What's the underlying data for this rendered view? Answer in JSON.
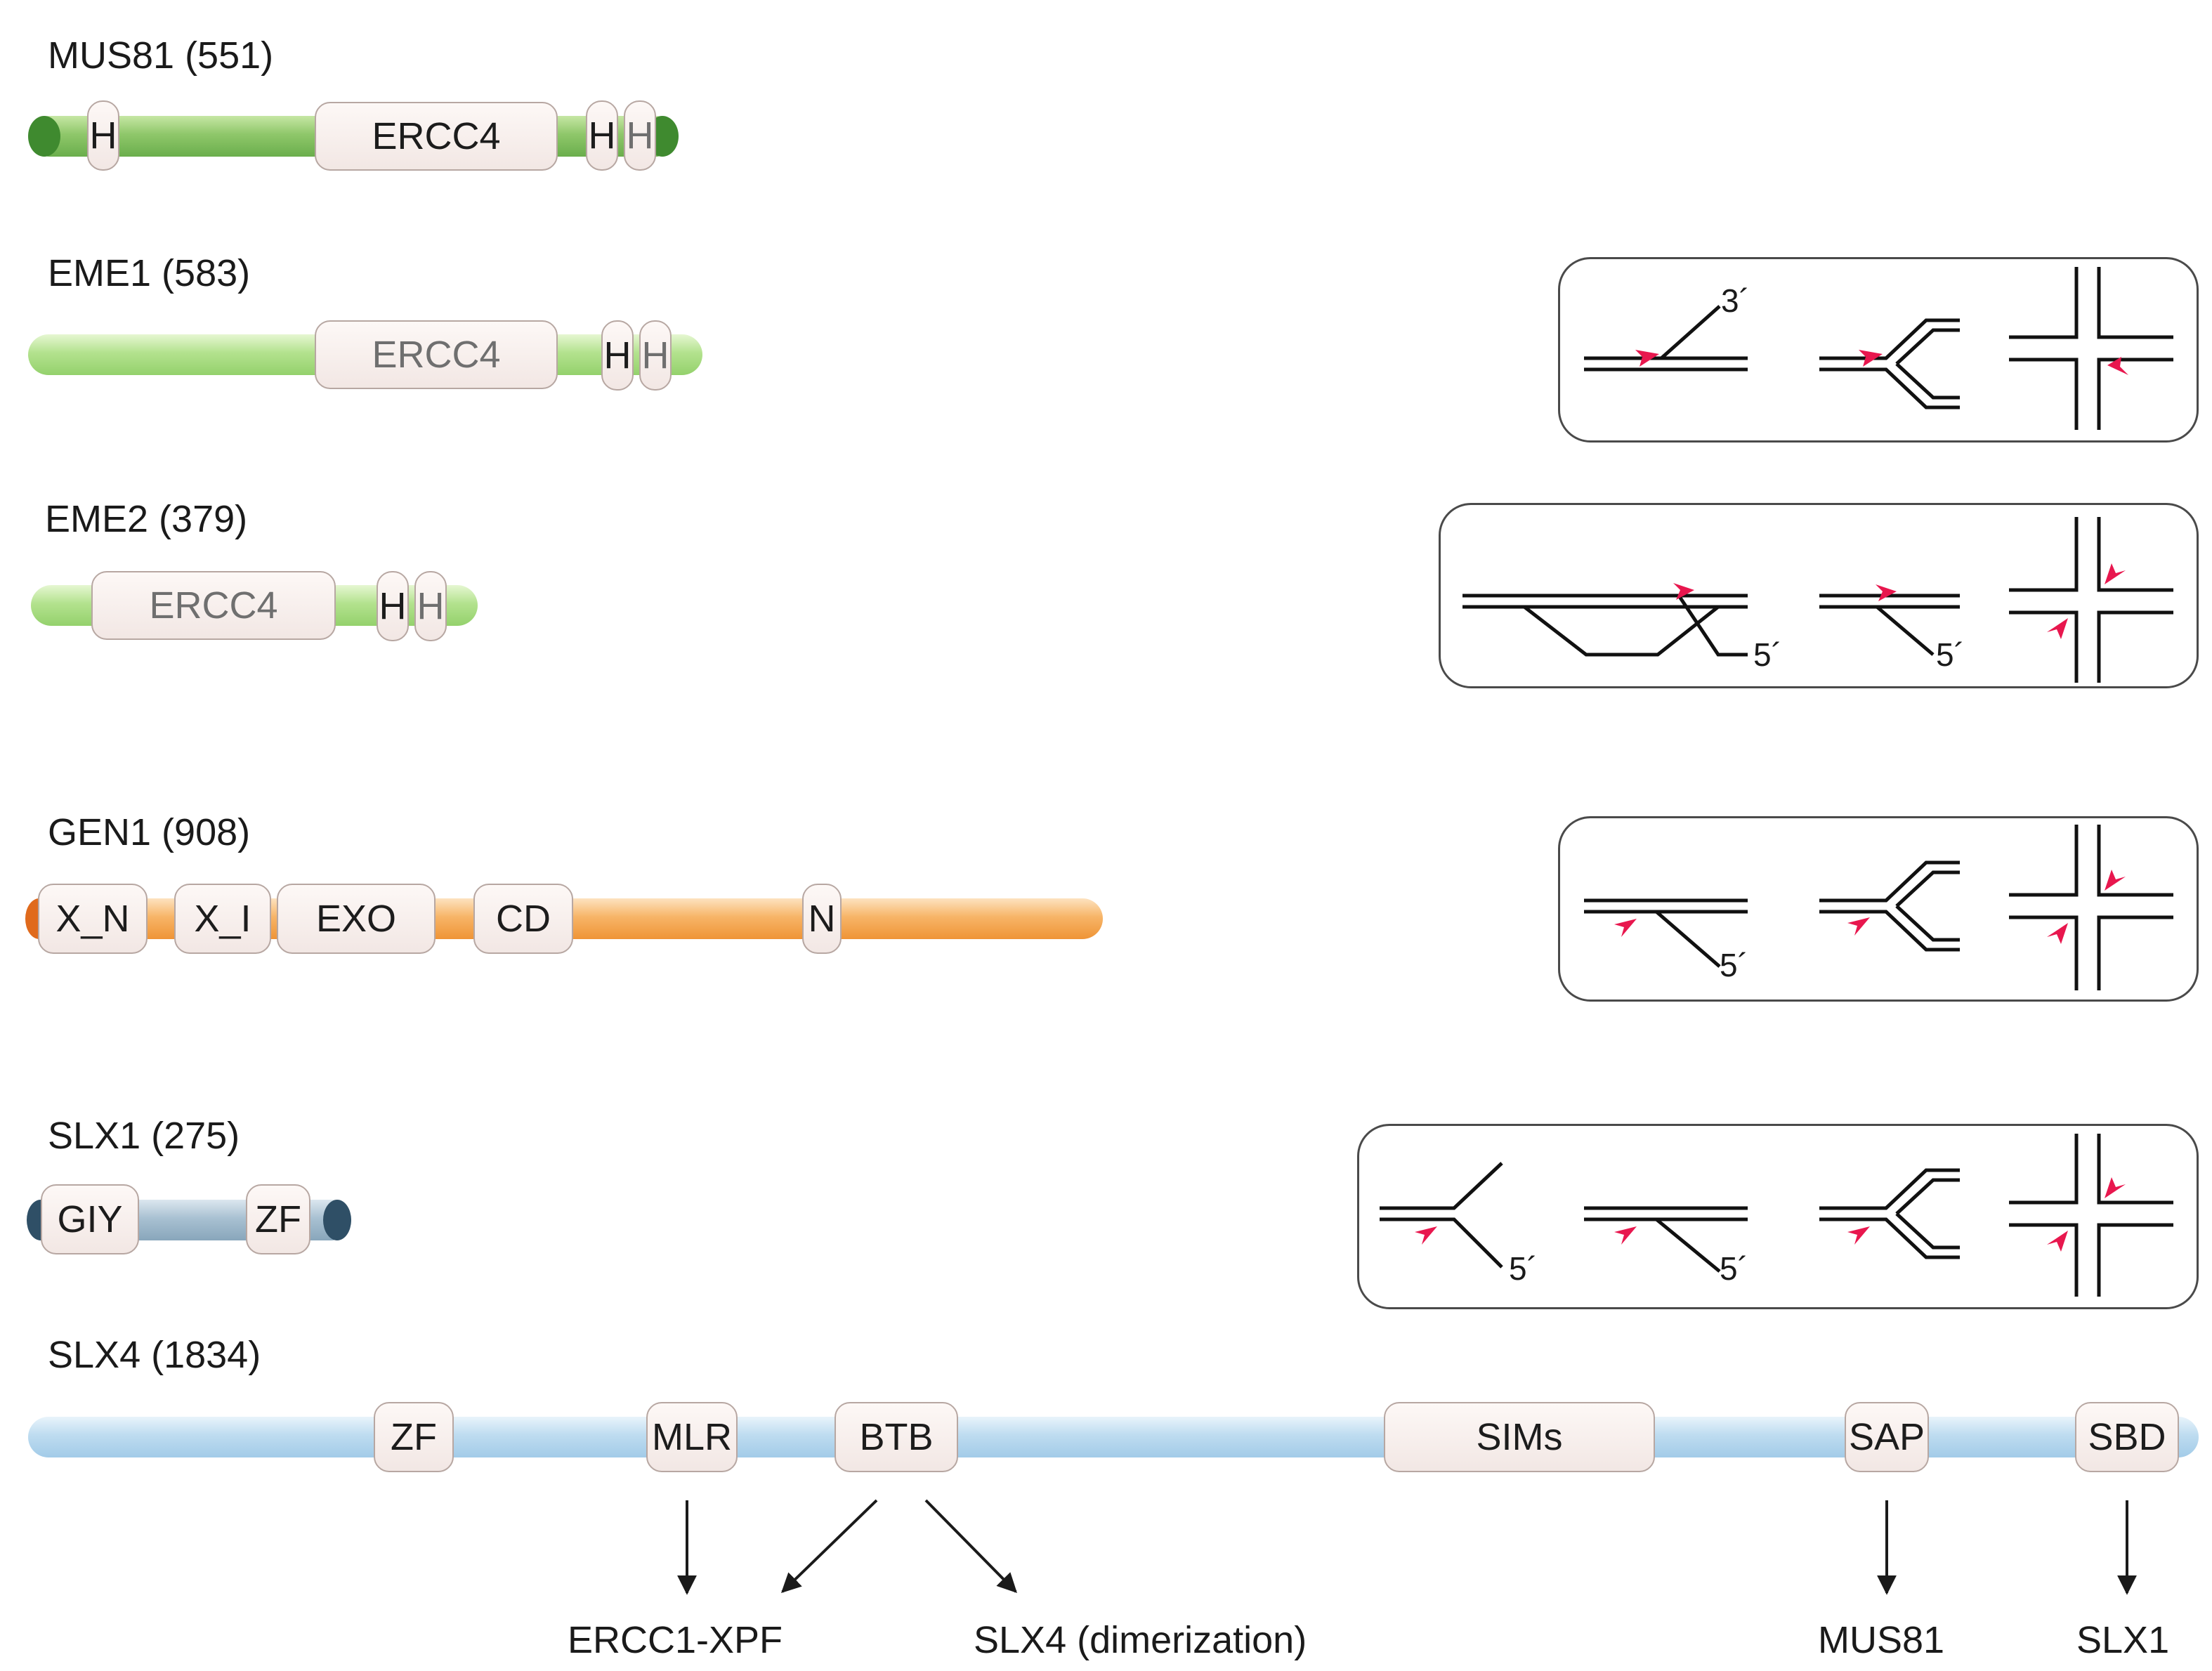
{
  "proteins": {
    "mus81": {
      "label": "MUS81 (551)",
      "h1": "H",
      "ercc4": "ERCC4",
      "h2": "H",
      "h3": "H"
    },
    "eme1": {
      "label": "EME1 (583)",
      "ercc4": "ERCC4",
      "h1": "H",
      "h2": "H"
    },
    "eme2": {
      "label": "EME2 (379)",
      "ercc4": "ERCC4",
      "h1": "H",
      "h2": "H"
    },
    "gen1": {
      "label": "GEN1 (908)",
      "xn": "X_N",
      "xi": "X_I",
      "exo": "EXO",
      "cd": "CD",
      "n": "N"
    },
    "slx1": {
      "label": "SLX1 (275)",
      "giy": "GIY",
      "zf": "ZF"
    },
    "slx4": {
      "label": "SLX4 (1834)",
      "zf": "ZF",
      "mlr": "MLR",
      "btb": "BTB",
      "sims": "SIMs",
      "sap": "SAP",
      "sbd": "SBD"
    }
  },
  "interactors": {
    "ercc1_xpf": "ERCC1-XPF",
    "slx4_dimer": "SLX4 (dimerization)",
    "mus81": "MUS81",
    "slx1": "SLX1"
  },
  "substrate_labels": {
    "three_prime": "3´",
    "five_prime": "5´"
  },
  "colors": {
    "cleavage_arrow": "#e8174e",
    "mus81_bar": "#6aae4c",
    "eme_bar": "#94d16c",
    "gen1_bar": "#ef9436",
    "slx1_bar": "#88a6bb",
    "slx4_bar": "#a2cbe8"
  }
}
